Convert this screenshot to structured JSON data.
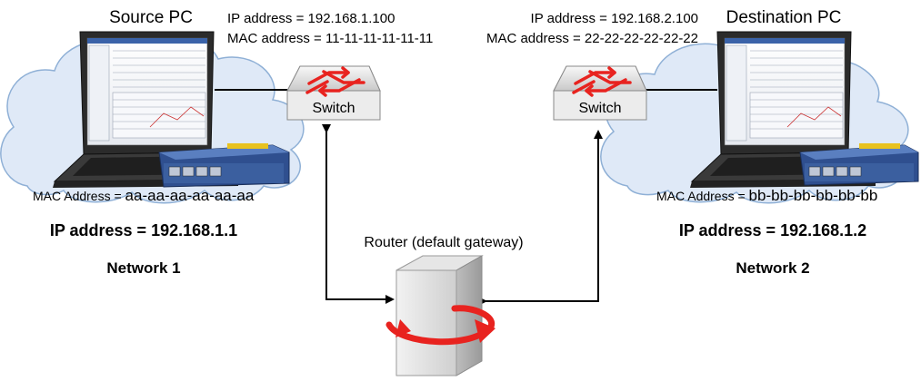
{
  "source": {
    "title": "Source PC",
    "ip_line": "IP address = 192.168.1.100",
    "mac_line": "MAC address = 11-11-11-11-11-11",
    "mac_label": "MAC Address = ",
    "mac_value": "aa-aa-aa-aa-aa-aa",
    "ip_big": "IP address = 192.168.1.1",
    "network": "Network 1"
  },
  "destination": {
    "title": "Destination PC",
    "ip_line": "IP address = 192.168.2.100",
    "mac_line": "MAC address = 22-22-22-22-22-22",
    "mac_label": "MAC Address = ",
    "mac_value": "bb-bb-bb-bb-bb-bb",
    "ip_big": "IP address = 192.168.1.2",
    "network": "Network 2"
  },
  "switch_label": "Switch",
  "router_label": "Router (default gateway)",
  "colors": {
    "cloud": "#dfe9f7",
    "cloud_stroke": "#8fb0d6",
    "arrow_red": "#e8231f",
    "line": "#000000"
  }
}
